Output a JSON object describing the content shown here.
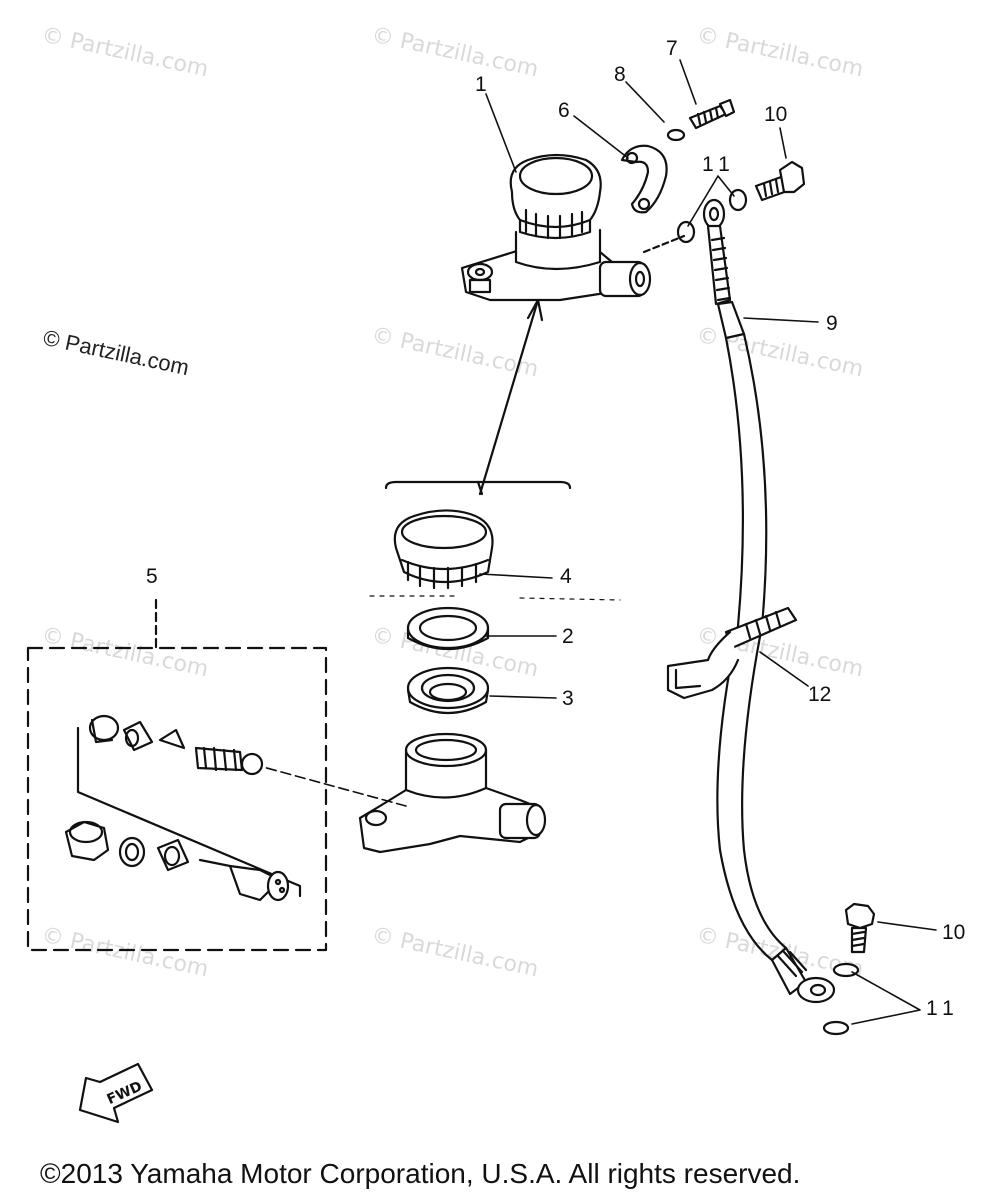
{
  "watermark": {
    "text": "© Partzilla.com",
    "primary_text": "© Partzilla.com"
  },
  "callouts": {
    "c1": "1",
    "c2": "2",
    "c3": "3",
    "c4": "4",
    "c5": "5",
    "c6": "6",
    "c7": "7",
    "c8": "8",
    "c9": "9",
    "c10a": "10",
    "c10b": "10",
    "c11a": "11",
    "c11b": "11",
    "c12": "12"
  },
  "fwd": "FWD",
  "copyright": "©2013  Yamaha Motor Corporation, U.S.A. All rights reserved."
}
